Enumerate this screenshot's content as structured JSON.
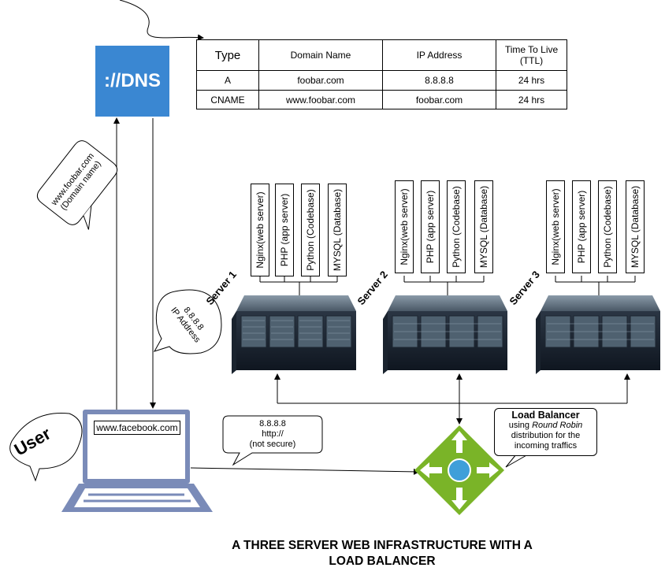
{
  "dns": {
    "label": "://DNS",
    "table": {
      "headers": [
        "Type",
        "Domain Name",
        "IP Address",
        "Time To Live (TTL)"
      ],
      "rows": [
        [
          "A",
          "foobar.com",
          "8.8.8.8",
          "24 hrs"
        ],
        [
          "CNAME",
          "www.foobar.com",
          "foobar.com",
          "24 hrs"
        ]
      ]
    }
  },
  "callouts": {
    "domain_request": [
      "www.foobar.com",
      "(Domain name)"
    ],
    "ip_response": [
      "8.8.8.8",
      "IP Address"
    ],
    "http_request": [
      "8.8.8.8",
      "http://",
      "(not secure)"
    ]
  },
  "servers": [
    {
      "label": "Server 1",
      "services": [
        "Nginx(web server)",
        "PHP (app server)",
        "Python (Codebase)",
        "MYSQL (Database)"
      ]
    },
    {
      "label": "Server 2",
      "services": [
        "Nginx(web server)",
        "PHP (app server)",
        "Python (Codebase)",
        "MYSQL (Database)"
      ]
    },
    {
      "label": "Server 3",
      "services": [
        "Nginx(web server)",
        "PHP (app server)",
        "Python (Codebase)",
        "MYSQL (Database)"
      ]
    }
  ],
  "load_balancer": {
    "title": "Load Balancer",
    "line1_prefix": "using ",
    "line1_emph": "Round Robin",
    "line2": "distribution for the",
    "line3": "incoming traffics"
  },
  "user": {
    "label": "User",
    "url": "www.facebook.com"
  },
  "caption": [
    "A THREE SERVER WEB INFRASTRUCTURE WITH A",
    "LOAD BALANCER"
  ],
  "colors": {
    "dns": "#3a87d2",
    "lb_green": "#7ab428",
    "lb_blue": "#3f9fd9",
    "laptop": "#7a8bb8"
  }
}
